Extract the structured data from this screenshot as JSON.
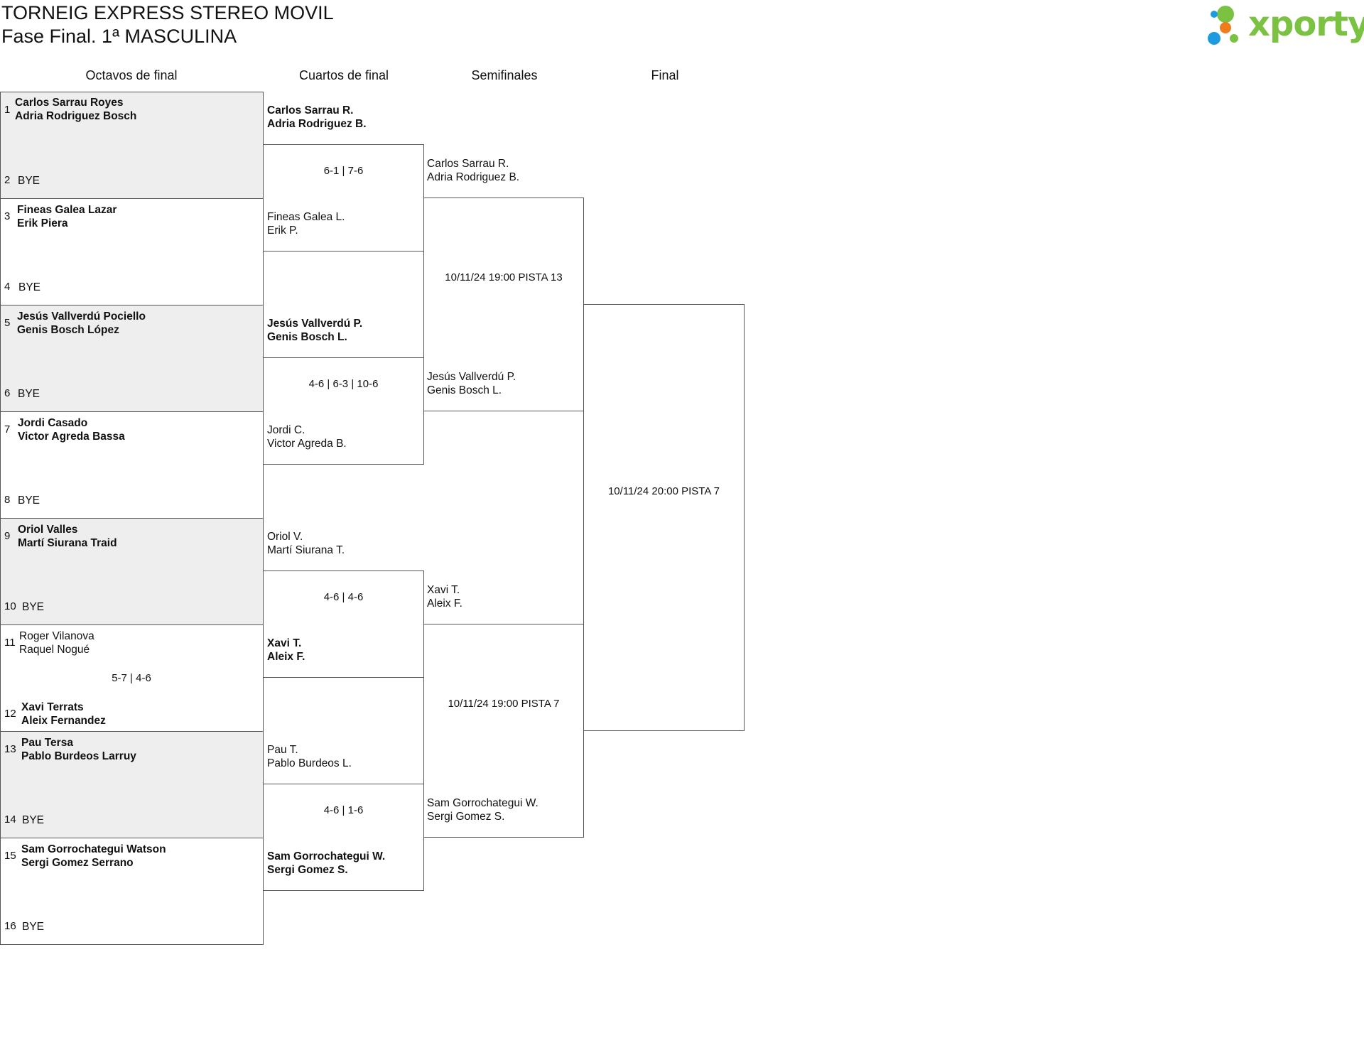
{
  "header": {
    "title": "TORNEIG EXPRESS STEREO MOVIL",
    "subtitle": "Fase Final. 1ª MASCULINA",
    "logo_text": "xporty",
    "logo_colors": {
      "text": "#7cc242",
      "blue": "#1e9be0",
      "orange": "#f07d1c",
      "green": "#7cc242"
    }
  },
  "rounds": [
    "Octavos de final",
    "Cuartos de final",
    "Semifinales",
    "Final"
  ],
  "octavos": [
    {
      "seed_a": "1",
      "team_a": [
        "Carlos Sarrau Royes",
        "Adria Rodriguez Bosch"
      ],
      "seed_b": "2",
      "team_b": [
        "BYE"
      ],
      "result": ""
    },
    {
      "seed_a": "3",
      "team_a": [
        "Fineas Galea Lazar",
        "Erik Piera"
      ],
      "seed_b": "4",
      "team_b": [
        "BYE"
      ],
      "result": ""
    },
    {
      "seed_a": "5",
      "team_a": [
        "Jesús Vallverdú Pociello",
        "Genis Bosch López"
      ],
      "seed_b": "6",
      "team_b": [
        "BYE"
      ],
      "result": ""
    },
    {
      "seed_a": "7",
      "team_a": [
        "Jordi Casado",
        "Victor Agreda Bassa"
      ],
      "seed_b": "8",
      "team_b": [
        "BYE"
      ],
      "result": ""
    },
    {
      "seed_a": "9",
      "team_a": [
        "Oriol Valles",
        "Martí Siurana Traid"
      ],
      "seed_b": "10",
      "team_b": [
        "BYE"
      ],
      "result": ""
    },
    {
      "seed_a": "11",
      "team_a": [
        "Roger Vilanova",
        "Raquel Nogué"
      ],
      "seed_b": "12",
      "team_b": [
        "Xavi Terrats",
        "Aleix Fernandez"
      ],
      "result": "5-7 | 4-6"
    },
    {
      "seed_a": "13",
      "team_a": [
        "Pau Tersa",
        "Pablo Burdeos Larruy"
      ],
      "seed_b": "14",
      "team_b": [
        "BYE"
      ],
      "result": ""
    },
    {
      "seed_a": "15",
      "team_a": [
        "Sam Gorrochategui Watson",
        "Sergi Gomez Serrano"
      ],
      "seed_b": "16",
      "team_b": [
        "BYE"
      ],
      "result": ""
    }
  ],
  "cuartos": [
    {
      "team_a": [
        "Carlos Sarrau R.",
        "Adria Rodriguez B."
      ],
      "team_b": [
        "Fineas Galea L.",
        "Erik P."
      ],
      "result": "6-1 | 7-6"
    },
    {
      "team_a": [
        "Jesús Vallverdú P.",
        "Genis Bosch L."
      ],
      "team_b": [
        "Jordi C.",
        "Victor Agreda B."
      ],
      "result": "4-6 | 6-3 | 10-6"
    },
    {
      "team_a": [
        "Oriol V.",
        "Martí Siurana T."
      ],
      "team_b": [
        "Xavi T.",
        "Aleix F."
      ],
      "result": "4-6 | 4-6"
    },
    {
      "team_a": [
        "Pau T.",
        "Pablo Burdeos L."
      ],
      "team_b": [
        "Sam Gorrochategui W.",
        "Sergi Gomez S."
      ],
      "result": "4-6 | 1-6"
    }
  ],
  "semis": [
    {
      "team_a": [
        "Carlos Sarrau R.",
        "Adria Rodriguez B."
      ],
      "team_b": [
        "Jesús Vallverdú P.",
        "Genis Bosch L."
      ],
      "result": "10/11/24 19:00 PISTA 13"
    },
    {
      "team_a": [
        "Xavi T.",
        "Aleix F."
      ],
      "team_b": [
        "Sam Gorrochategui W.",
        "Sergi Gomez S."
      ],
      "result": "10/11/24 19:00 PISTA 7"
    }
  ],
  "final": {
    "result": "10/11/24 20:00 PISTA 7"
  }
}
